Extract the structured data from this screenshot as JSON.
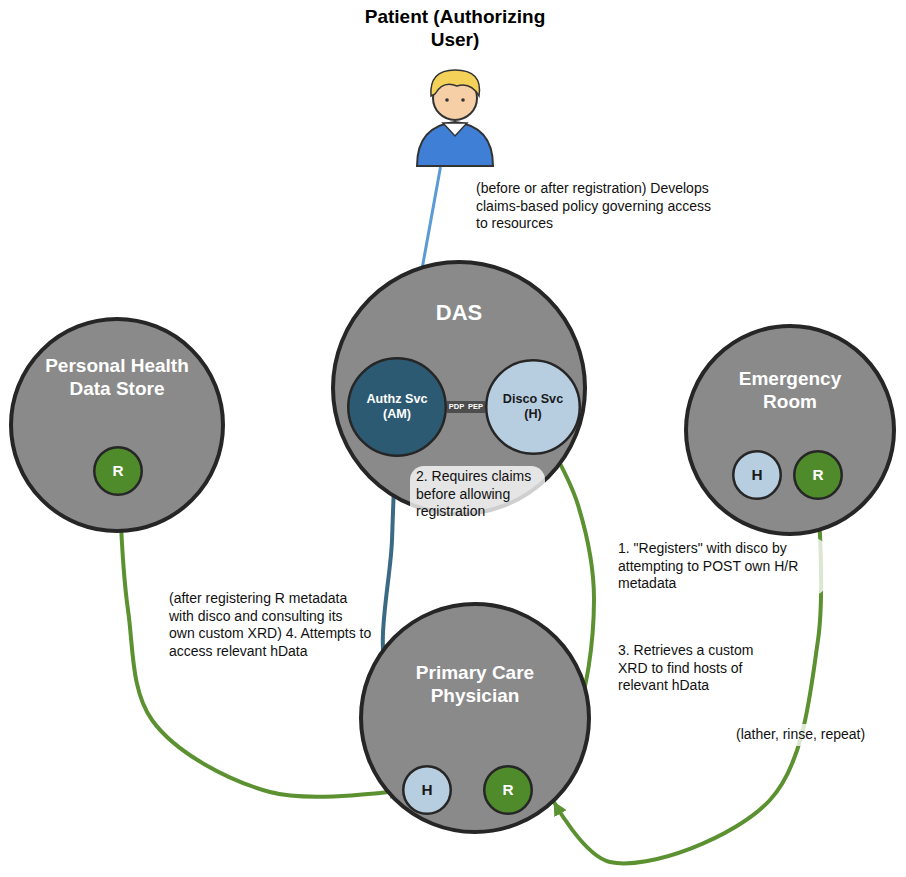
{
  "diagram": {
    "nodes": [
      {
        "text": [
          "Patient (Authorizing User)"
        ]
      },
      {
        "text": [
          "Personal Health Data Store"
        ]
      },
      {
        "text": [
          "R"
        ],
        "in": 1
      },
      {
        "text": [
          "DAS"
        ]
      },
      {
        "text": [
          "Authz Svc (AM)"
        ],
        "in": 3
      },
      {
        "text": [
          "Disco Svc (H)"
        ],
        "in": 3
      },
      {
        "text": [
          "Emergency Room"
        ]
      },
      {
        "text": [
          "H"
        ],
        "in": 6
      },
      {
        "text": [
          "R"
        ],
        "in": 6
      },
      {
        "text": [
          "Primary Care Physician"
        ]
      },
      {
        "text": [
          "H"
        ],
        "in": 9
      },
      {
        "text": [
          "R"
        ],
        "in": 9
      }
    ],
    "edges": [
      {
        "from": 0,
        "to": 4,
        "arrow": "to",
        "label": "(before or after registration) Develops claims-based policy governing access to resources"
      },
      {
        "from": 4,
        "to": 5,
        "arrow": "none"
      },
      {
        "from": 11,
        "to": 5,
        "arrow": "to",
        "label": "1. \"Registers\" with disco by attempting to POST own H/R metadata"
      },
      {
        "from": 4,
        "to": 11,
        "arrow": "to",
        "label": "2. Requires claims before allowing registration"
      },
      {
        "from": 2,
        "to": 10,
        "arrow": "to",
        "label": "(after registering R metadata with disco and consulting its own custom XRD) 4. Attempts to access relevant hData"
      },
      {
        "from": 8,
        "to": 9,
        "arrow": "to",
        "label": "(lather, rinse, repeat)"
      }
    ],
    "labels": [
      "PDP",
      "PEP",
      "3. Retrieves a custom XRD to find hosts of relevant hData"
    ]
  }
}
